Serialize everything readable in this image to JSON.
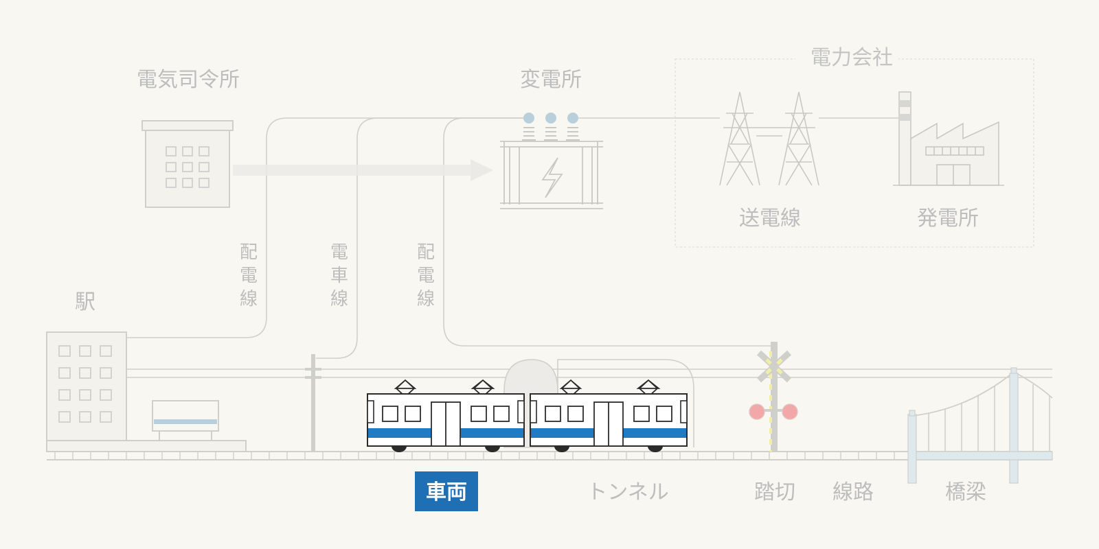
{
  "labels": {
    "control_center": "電気司令所",
    "substation": "変電所",
    "power_company": "電力会社",
    "transmission_line": "送電線",
    "power_plant": "発電所",
    "station": "駅",
    "distribution_line_1": [
      "配",
      "電",
      "線"
    ],
    "trolley_wire": [
      "電",
      "車",
      "線"
    ],
    "distribution_line_2": [
      "配",
      "電",
      "線"
    ]
  },
  "nav": {
    "vehicle": "車両",
    "tunnel": "トンネル",
    "crossing": "踏切",
    "track": "線路",
    "bridge": "橋梁"
  },
  "active_item": "vehicle",
  "colors": {
    "background": "#f8f7f2",
    "muted": "#bdbdbd",
    "accent": "#1f6fb4",
    "train_stripe": "#1f7bc4",
    "insulator": "#b9cfdc",
    "signal_red": "#f2a8a8",
    "crossing_yellow": "#f1eea8",
    "bridge_tower": "#dde9ec"
  },
  "icons": {
    "control_center": "building-icon",
    "substation": "transformer-icon",
    "transmission": "pylon-icon",
    "plant": "factory-icon",
    "station": "station-building-icon",
    "pole": "utility-pole-icon",
    "train": "train-icon",
    "crossing": "railroad-crossing-icon",
    "bridge": "suspension-bridge-icon"
  }
}
